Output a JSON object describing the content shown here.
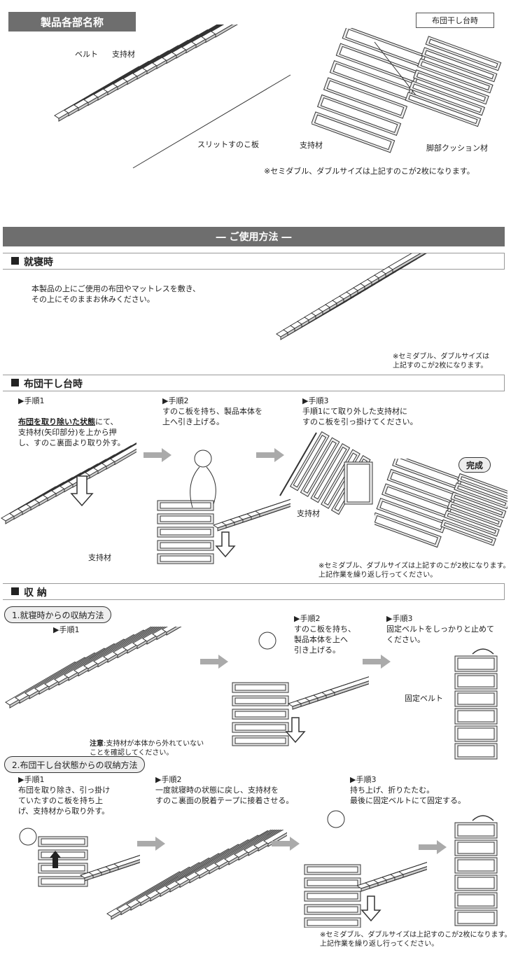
{
  "parts": {
    "title": "製品各部名称",
    "dry_label": "布団干し台時",
    "labels": {
      "belt": "ベルト",
      "support": "支持材",
      "slit": "スリットすのこ板",
      "support2": "支持材",
      "cushion": "脚部クッション材"
    },
    "note": "※セミダブル、ダブルサイズは上記すのこが2枚になります。"
  },
  "usage": {
    "title": "― ご使用方法 ―",
    "sleep": {
      "heading": "就寝時",
      "text": "本製品の上にご使用の布団やマットレスを敷き、\nその上にそのままお休みください。",
      "note": "※セミダブル、ダブルサイズは\n上記すのこが2枚になります。"
    },
    "dry": {
      "heading": "布団干し台時",
      "step1_title": "▶手順1",
      "step1_bold": "布団を取り除いた状態",
      "step1_text": "にて、\n支持材(矢印部分)を上から押\nし、すのこ裏面より取り外す。",
      "step1_label": "支持材",
      "step2_title": "▶手順2",
      "step2_text": "すのこ板を持ち、製品本体を\n上へ引き上げる。",
      "step3_title": "▶手順3",
      "step3_text": "手順1にて取り外した支持材に\nすのこ板を引っ掛けてください。",
      "step3_label": "支持材",
      "complete": "完成",
      "note": "※セミダブル、ダブルサイズは上記すのこが2枚になります。\n上記作業を繰り返し行ってください。"
    }
  },
  "storage": {
    "heading": "収 納",
    "from_sleep": {
      "title": "1.就寝時からの収納方法",
      "step1_title": "▶手順1",
      "caution_bold": "注意",
      "caution_text": ":支持材が本体から外れていない\nことを確認してください。",
      "step2_title": "▶手順2",
      "step2_text": "すのこ板を持ち、\n製品本体を上へ\n引き上げる。",
      "step3_title": "▶手順3",
      "step3_text": "固定ベルトをしっかりと止めて\nください。",
      "belt_label": "固定ベルト"
    },
    "from_dry": {
      "title": "2.布団干し台状態からの収納方法",
      "step1_title": "▶手順1",
      "step1_text": "布団を取り除き、引っ掛け\nていたすのこ板を持ち上\nげ、支持材から取り外す。",
      "step2_title": "▶手順2",
      "step2_text": "一度就寝時の状態に戻し、支持材を\nすのこ裏面の脱着テープに接着させる。",
      "step3_title": "▶手順3",
      "step3_text": "持ち上げ、折りたたむ。\n最後に固定ベルトにて固定する。",
      "note": "※セミダブル、ダブルサイズは上記すのこが2枚になります。\n上記作業を繰り返し行ってください。"
    }
  }
}
